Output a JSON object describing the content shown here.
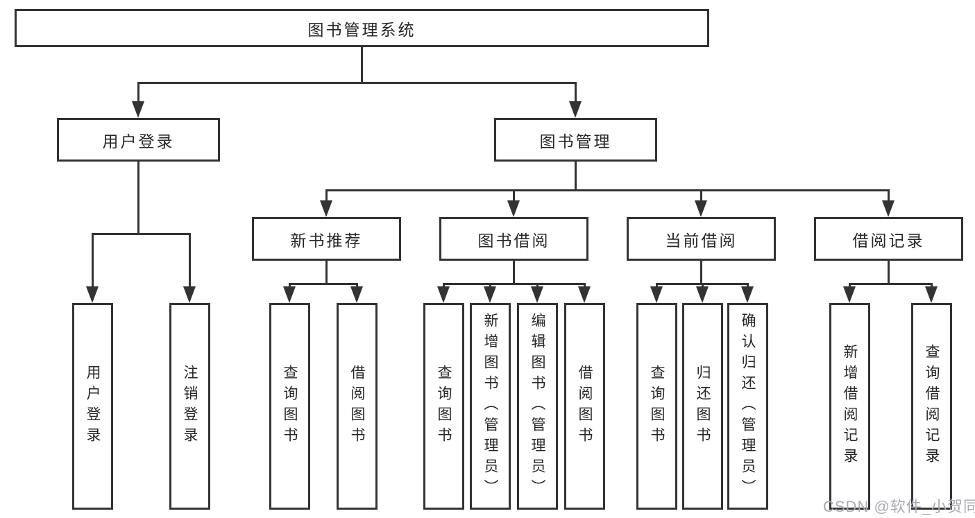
{
  "tree": {
    "root": {
      "label": "图书管理系统"
    },
    "branches": [
      {
        "label": "用户登录",
        "children": [
          {
            "label": "用户登录"
          },
          {
            "label": "注销登录"
          }
        ]
      },
      {
        "label": "图书管理",
        "children": [
          {
            "label": "新书推荐",
            "children": [
              {
                "label": "查询图书"
              },
              {
                "label": "借阅图书"
              }
            ]
          },
          {
            "label": "图书借阅",
            "children": [
              {
                "label": "查询图书"
              },
              {
                "label": "新增图书（管理员）"
              },
              {
                "label": "编辑图书（管理员）"
              },
              {
                "label": "借阅图书"
              }
            ]
          },
          {
            "label": "当前借阅",
            "children": [
              {
                "label": "查询图书"
              },
              {
                "label": "归还图书"
              },
              {
                "label": "确认归还（管理员）"
              }
            ]
          },
          {
            "label": "借阅记录",
            "children": [
              {
                "label": "新增借阅记录"
              },
              {
                "label": "查询借阅记录"
              }
            ]
          }
        ]
      }
    ]
  },
  "watermark": {
    "text": "CSDN @软件_小贺同学"
  },
  "colors": {
    "line": "#333333",
    "text": "#262626",
    "watermark_text": "#a8abb3",
    "background": "#ffffff"
  }
}
